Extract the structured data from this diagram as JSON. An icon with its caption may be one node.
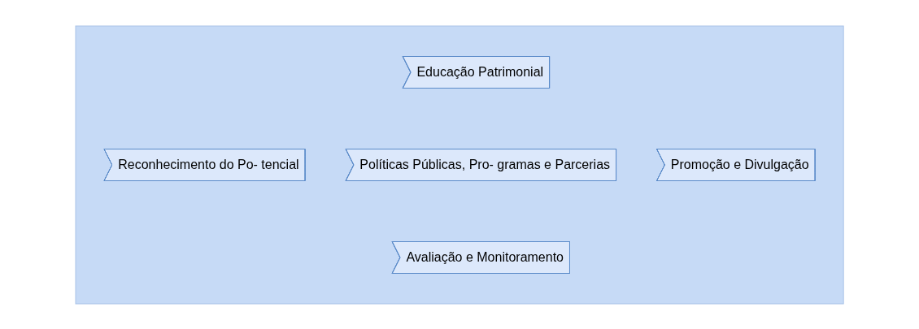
{
  "diagram": {
    "nodes": [
      {
        "text": [],
        "shape": "arrow"
      },
      {
        "text": [
          "Educação Patrimonial"
        ],
        "in": 0
      },
      {
        "text": [
          "Reconhecimento do Po- tencial"
        ],
        "in": 0
      },
      {
        "text": [
          "Políticas Públicas, Pro- gramas e Parcerias"
        ],
        "in": 0
      },
      {
        "text": [
          "Promoção e Divulgação"
        ],
        "in": 0
      },
      {
        "text": [
          "Avaliação e Monitoramento"
        ],
        "in": 0
      }
    ]
  }
}
